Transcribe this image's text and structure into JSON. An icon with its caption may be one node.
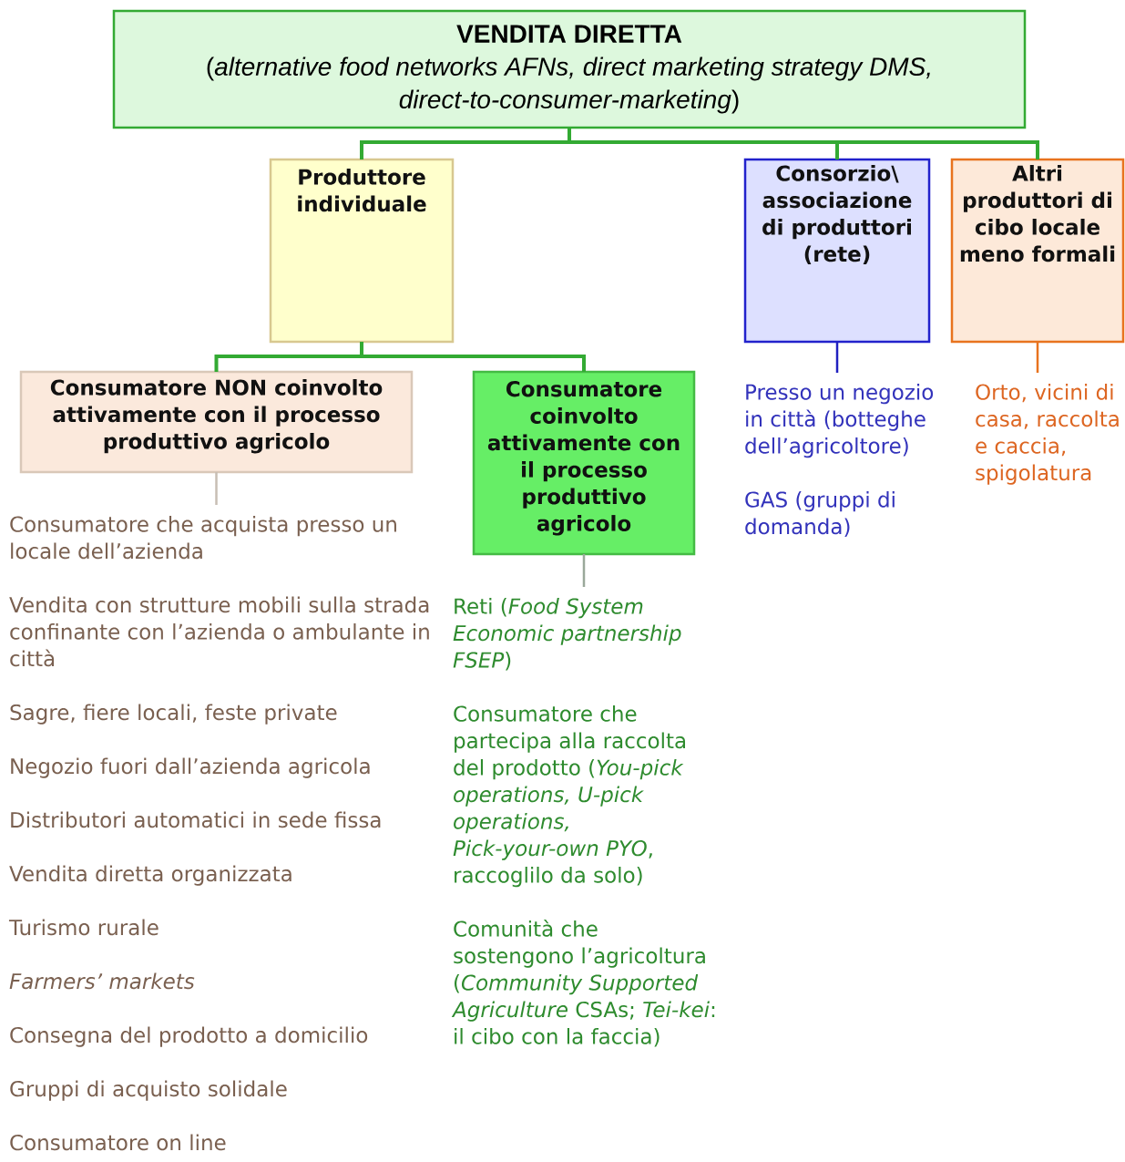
{
  "diagram": {
    "nodes": [
      {
        "text": [
          "VENDITA DIRETTA",
          "(*alternative food networks AFNs, direct marketing strategy DMS, direct-to-consumer-marketing*)"
        ]
      },
      {
        "text": [
          "Produttore individuale"
        ]
      },
      {
        "text": [
          "Consorzio\\ associazione di produttori (rete)"
        ]
      },
      {
        "text": [
          "Altri produttori di cibo locale meno formali"
        ]
      },
      {
        "text": [
          "Consumatore NON coinvolto attivamente con il processo produttivo agricolo"
        ]
      },
      {
        "text": [
          "Consumatore coinvolto attivamente con il processo produttivo agricolo"
        ]
      },
      {
        "text": [
          "Consumatore che acquista presso un locale dell’azienda",
          "Vendita con strutture mobili sulla strada confinante con l’azienda o ambulante in città",
          "Sagre, fiere locali, feste private",
          "Negozio fuori dall’azienda agricola",
          "Distributori automatici in sede fissa",
          "Vendita diretta organizzata",
          "Turismo rurale",
          "*Farmers’ markets*",
          "Consegna del prodotto a domicilio",
          "Gruppi di acquisto solidale",
          "Consumatore on line"
        ]
      },
      {
        "text": [
          "Reti (*Food System Economic partnership FSEP*)",
          "Consumatore che partecipa alla raccolta del prodotto (*You-pick operations, U-pick operations, Pick-your-own PYO*, raccoglilo da solo)",
          "Comunità che sostengono l’agricoltura (*Community Supported Agriculture* CSAs; *Tei-kei*: il cibo con la faccia)"
        ]
      },
      {
        "text": [
          "Presso un negozio in città (botteghe dell’agricoltore)",
          "GAS (gruppi di domanda)"
        ]
      },
      {
        "text": [
          "Orto, vicini di casa, raccolta e caccia, spigolatura"
        ]
      }
    ],
    "edges": [
      {
        "from": 0,
        "to": 1,
        "arrow": "none"
      },
      {
        "from": 0,
        "to": 2,
        "arrow": "none"
      },
      {
        "from": 0,
        "to": 3,
        "arrow": "none"
      },
      {
        "from": 1,
        "to": 4,
        "arrow": "none"
      },
      {
        "from": 1,
        "to": 5,
        "arrow": "none"
      },
      {
        "from": 4,
        "to": 6,
        "arrow": "none",
        "color": "#c8beb4"
      },
      {
        "from": 5,
        "to": 7,
        "arrow": "none",
        "color": "#9aa89a"
      },
      {
        "from": 2,
        "to": 8,
        "arrow": "none",
        "color": "#2020c0"
      },
      {
        "from": 3,
        "to": 9,
        "arrow": "none",
        "color": "#e8731e"
      }
    ]
  }
}
